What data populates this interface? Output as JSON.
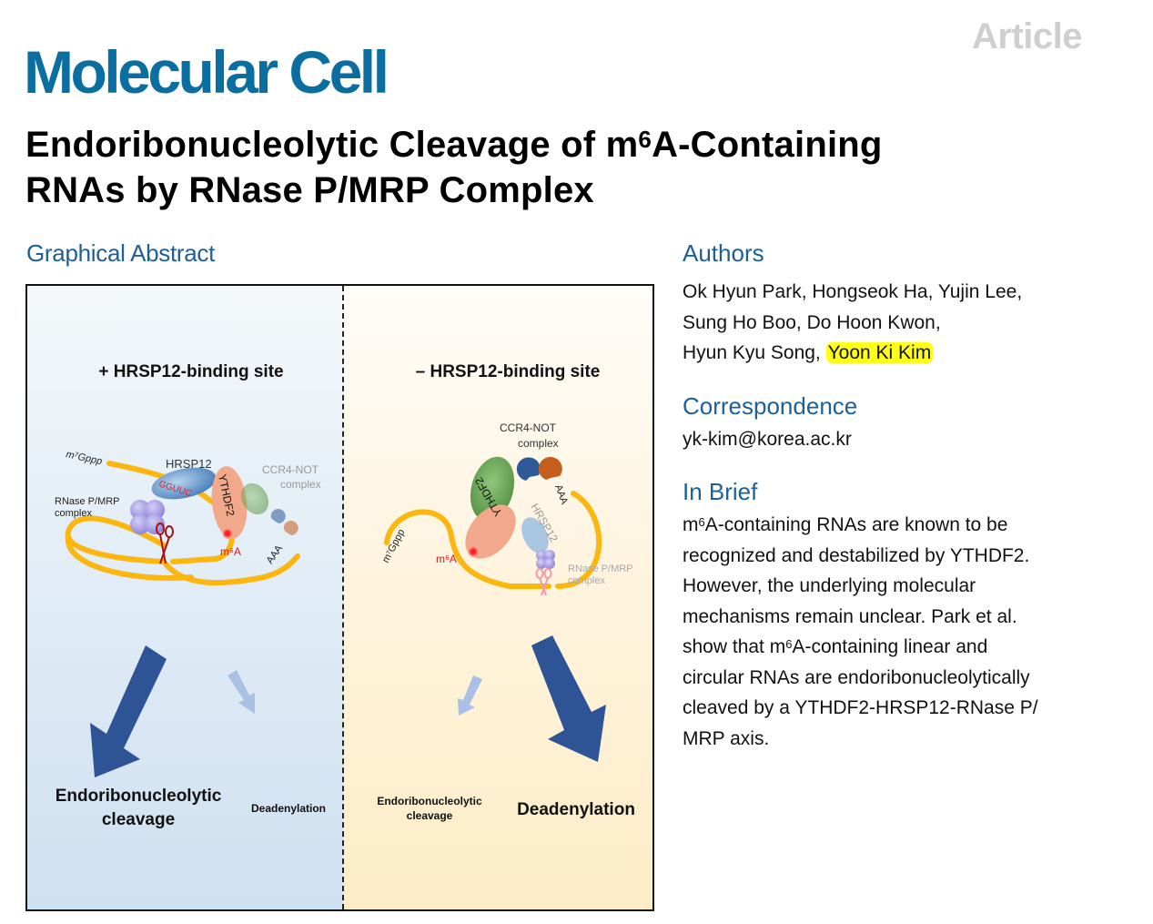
{
  "header": {
    "article_type": "Article",
    "journal": "Molecular Cell"
  },
  "title": {
    "line1_pre": "Endoribonucleolytic Cleavage of m",
    "line1_sup": "6",
    "line1_post": "A-Containing",
    "line2": "RNAs by RNase P/MRP Complex"
  },
  "graphical_abstract": {
    "heading": "Graphical Abstract",
    "left_panel": {
      "title": "+ HRSP12-binding site",
      "cap_label": "m⁷Gppp",
      "hrsp12_label": "HRSP12",
      "motif_label": "GGUUC",
      "rnase_label_line1": "RNase P/MRP",
      "rnase_label_line2": "complex",
      "ythdf2_label": "YTHDF2",
      "ccr4_label_line1": "CCR4-NOT",
      "ccr4_label_line2": "complex",
      "m6a_label": "m⁶A",
      "polya_label": "AAA",
      "major_outcome_line1": "Endoribonucleolytic",
      "major_outcome_line2": "cleavage",
      "minor_outcome": "Deadenylation"
    },
    "right_panel": {
      "title": "– HRSP12-binding site",
      "cap_label": "m⁷Gppp",
      "ccr4_label_line1": "CCR4-NOT",
      "ccr4_label_line2": "complex",
      "ythdf2_label": "YTHDF2",
      "hrsp12_label": "HRSP12",
      "polya_label": "AAA",
      "m6a_label": "m⁶A",
      "rnase_label_line1": "RNase P/MRP",
      "rnase_label_line2": "complex",
      "minor_outcome_line1": "Endoribonucleolytic",
      "minor_outcome_line2": "cleavage",
      "major_outcome": "Deadenylation"
    },
    "colors": {
      "rna": "#fbb710",
      "hrsp12": "#4a86c0",
      "ythdf2": "#f2a88a",
      "ccr4_green": "#5f9a4a",
      "ccr4_blue": "#2f5a97",
      "ccr4_orange": "#c55d1d",
      "rnase": "#8a7fd0",
      "scissors": "#b01010",
      "m6a": "#e8141e",
      "arrow_strong": "#2e5496",
      "arrow_weak": "#a9c1e6"
    }
  },
  "authors": {
    "heading": "Authors",
    "line1": "Ok Hyun Park, Hongseok Ha, Yujin Lee,",
    "line2": "Sung Ho Boo, Do Hoon Kwon,",
    "line3_pre": "Hyun Kyu Song, ",
    "highlighted": "Yoon Ki Kim"
  },
  "correspondence": {
    "heading": "Correspondence",
    "email": "yk-kim@korea.ac.kr"
  },
  "in_brief": {
    "heading": "In Brief",
    "l1_pre": "m",
    "l1_sup": "6",
    "l1_post": "A-containing RNAs are known to be",
    "l2": "recognized and destabilized by YTHDF2.",
    "l3": "However, the underlying molecular",
    "l4": "mechanisms remain unclear. Park et al.",
    "l5_pre": "show that m",
    "l5_sup": "6",
    "l5_post": "A-containing linear and",
    "l6": "circular RNAs are endoribonucleolytically",
    "l7": "cleaved by a YTHDF2-HRSP12-RNase P/",
    "l8": "MRP axis."
  }
}
